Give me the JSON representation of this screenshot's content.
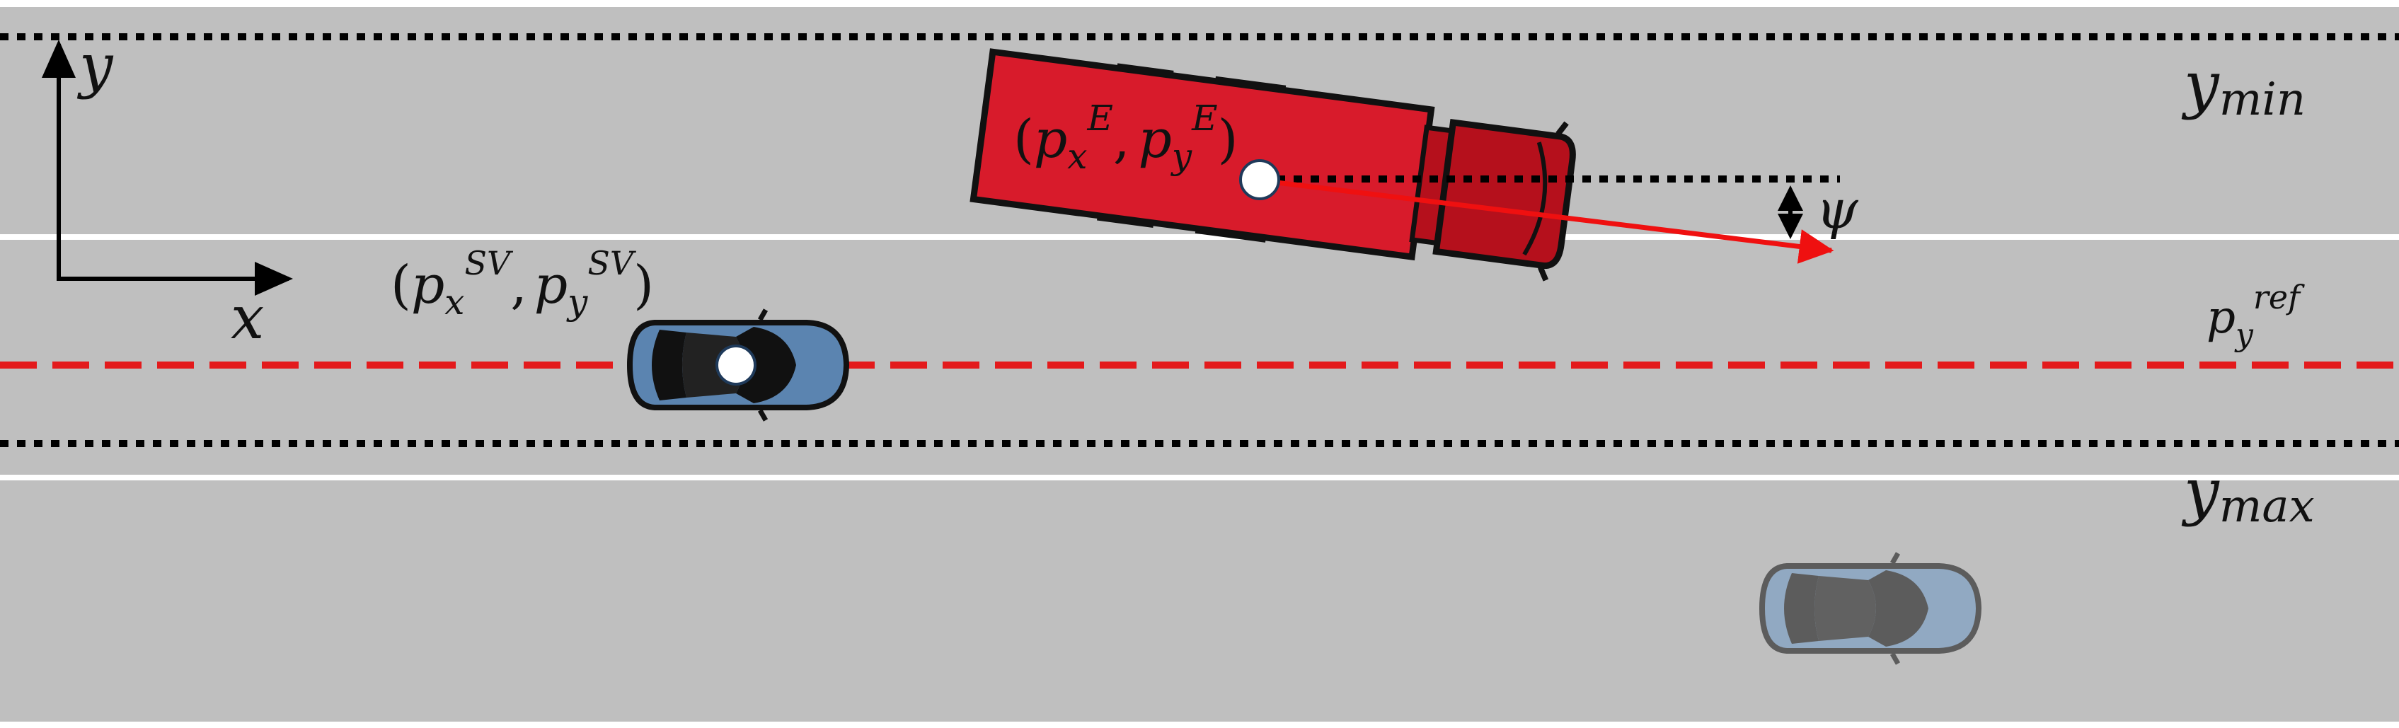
{
  "colors": {
    "road": "#bfbfbf",
    "lane_line": "#ffffff",
    "boundary": "#000000",
    "reference_line": "#e31a1c",
    "truck_body": "#d81b2b",
    "truck_cab": "#b5101c",
    "ego_car": "#5b84b0",
    "other_car": "#8aa4c0",
    "heading_arrow": "#ef1010"
  },
  "axes": {
    "y_label": "y",
    "x_label": "x"
  },
  "labels": {
    "y_min": {
      "base": "y",
      "sub": "min"
    },
    "y_max": {
      "base": "y",
      "sub": "max"
    },
    "p_ref": {
      "base": "p",
      "sub": "y",
      "sup": "ref"
    },
    "psi": "ψ",
    "truck_position": {
      "open": "(",
      "px": "p",
      "px_sub": "x",
      "px_sup": "E",
      "comma": ",",
      "py": "p",
      "py_sub": "y",
      "py_sup": "E",
      "close": ")"
    },
    "sv_position": {
      "open": "(",
      "px": "p",
      "px_sub": "x",
      "px_sup": "SV",
      "comma": ",",
      "py": "p",
      "py_sub": "y",
      "py_sup": "SV",
      "close": ")"
    }
  },
  "icons": {
    "ego_vehicle": "car-top-view-icon",
    "surrounding_vehicle": "truck-top-view-icon",
    "other_vehicle": "car-top-view-icon"
  }
}
